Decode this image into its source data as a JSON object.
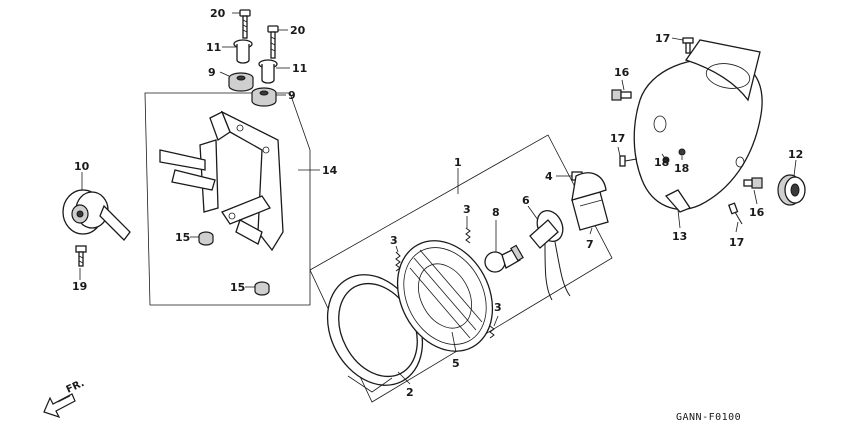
{
  "diagram": {
    "code": "GANN-F0100",
    "front_marker": "FR.",
    "callouts": [
      {
        "id": "c20a",
        "text": "20"
      },
      {
        "id": "c20b",
        "text": "20"
      },
      {
        "id": "c11a",
        "text": "11"
      },
      {
        "id": "c11b",
        "text": "11"
      },
      {
        "id": "c9a",
        "text": "9"
      },
      {
        "id": "c9b",
        "text": "9"
      },
      {
        "id": "c10",
        "text": "10"
      },
      {
        "id": "c14",
        "text": "14"
      },
      {
        "id": "c15a",
        "text": "15"
      },
      {
        "id": "c15b",
        "text": "15"
      },
      {
        "id": "c19",
        "text": "19"
      },
      {
        "id": "c1",
        "text": "1"
      },
      {
        "id": "c3a",
        "text": "3"
      },
      {
        "id": "c3b",
        "text": "3"
      },
      {
        "id": "c3c",
        "text": "3"
      },
      {
        "id": "c8",
        "text": "8"
      },
      {
        "id": "c6",
        "text": "6"
      },
      {
        "id": "c4",
        "text": "4"
      },
      {
        "id": "c7",
        "text": "7"
      },
      {
        "id": "c5",
        "text": "5"
      },
      {
        "id": "c2",
        "text": "2"
      },
      {
        "id": "c17a",
        "text": "17"
      },
      {
        "id": "c17b",
        "text": "17"
      },
      {
        "id": "c17c",
        "text": "17"
      },
      {
        "id": "c16a",
        "text": "16"
      },
      {
        "id": "c16b",
        "text": "16"
      },
      {
        "id": "c18a",
        "text": "18"
      },
      {
        "id": "c18b",
        "text": "18"
      },
      {
        "id": "c12",
        "text": "12"
      },
      {
        "id": "c13",
        "text": "13"
      }
    ]
  }
}
